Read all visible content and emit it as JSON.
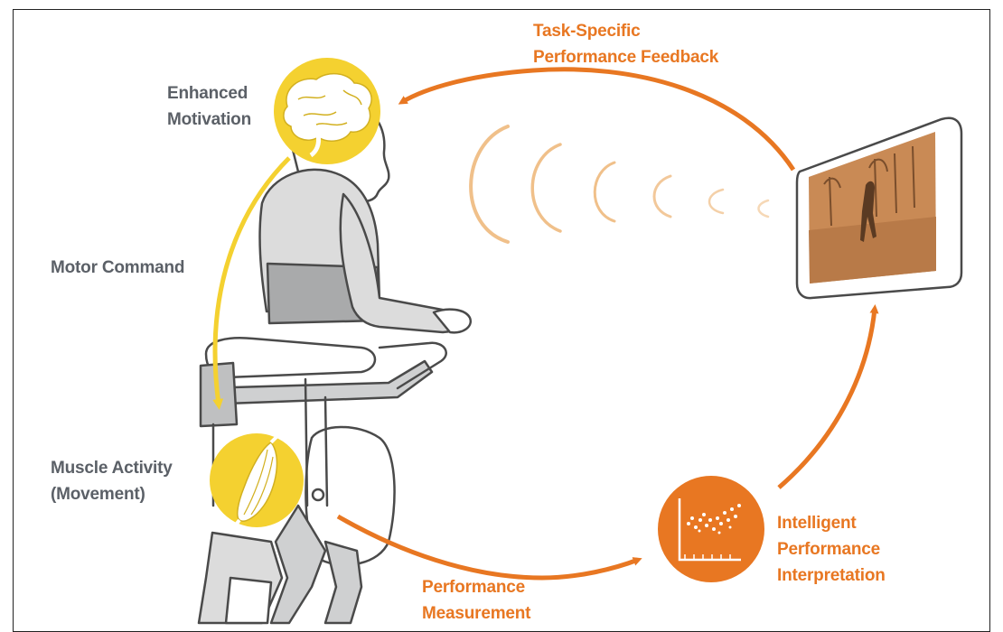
{
  "labels": {
    "feedback": [
      "Task-Specific",
      "Performance Feedback"
    ],
    "motivation": [
      "Enhanced",
      "Motivation"
    ],
    "motor_command": "Motor Command",
    "muscle": [
      "Muscle Activity",
      "(Movement)"
    ],
    "measurement": [
      "Performance",
      "Measurement"
    ],
    "interpretation": [
      "Intelligent",
      "Performance",
      "Interpretation"
    ]
  },
  "colors": {
    "orange": "#e87722",
    "yellow": "#f4d130",
    "gray_text": "#5b6067",
    "gray_fill": "#d9dadb",
    "gray_line": "#4a4a4a",
    "screen": "#c98a55"
  },
  "icons": [
    "brain-icon",
    "muscle-icon",
    "scatter-plot-icon",
    "monitor-icon",
    "person-icon",
    "exoskeleton-icon",
    "sound-waves-icon"
  ]
}
